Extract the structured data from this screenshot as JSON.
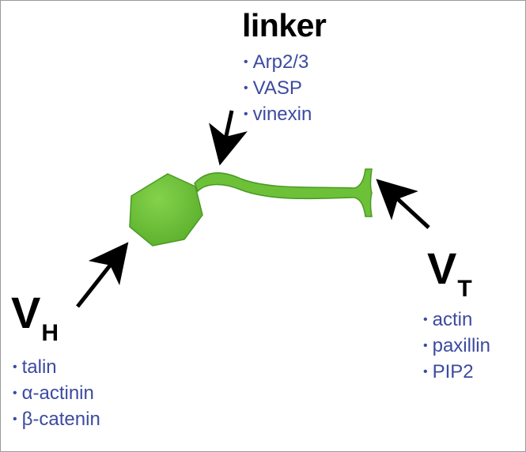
{
  "colors": {
    "domain_fill": "#6cc138",
    "domain_stroke": "#3a8a1e",
    "arrow": "#000000",
    "partner_text": "#3c4aa0"
  },
  "linker": {
    "title": "linker",
    "partners": [
      "Arp2/3",
      "VASP",
      "vinexin"
    ]
  },
  "vh": {
    "title": "V",
    "subscript": "H",
    "partners": [
      "talin",
      "α-actinin",
      "β-catenin"
    ]
  },
  "vt": {
    "title": "V",
    "subscript": "T",
    "partners": [
      "actin",
      "paxillin",
      "PIP2"
    ]
  },
  "icons": {
    "head_domain": "heptagon-shape",
    "tail_domain": "tapered-tail-shape",
    "arrows": "arrow-icon"
  }
}
